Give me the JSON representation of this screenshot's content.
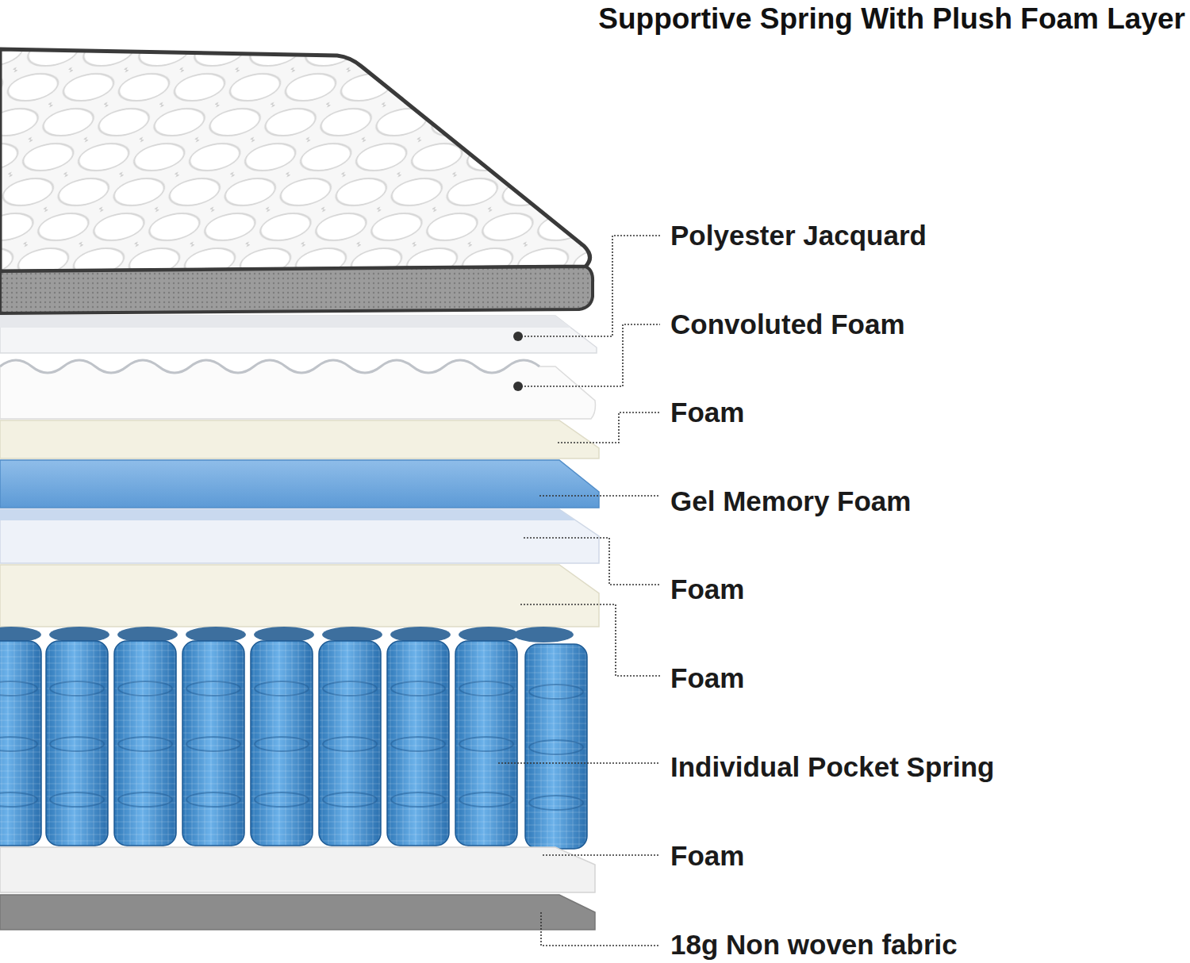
{
  "diagram": {
    "title": "Supportive Spring With Plush Foam Layer",
    "labels": [
      "Polyester Jacquard",
      "Convoluted Foam",
      "Foam",
      "Gel Memory Foam",
      "Foam",
      "Foam",
      "Individual Pocket Spring",
      "Foam",
      "18g Non woven fabric"
    ]
  }
}
